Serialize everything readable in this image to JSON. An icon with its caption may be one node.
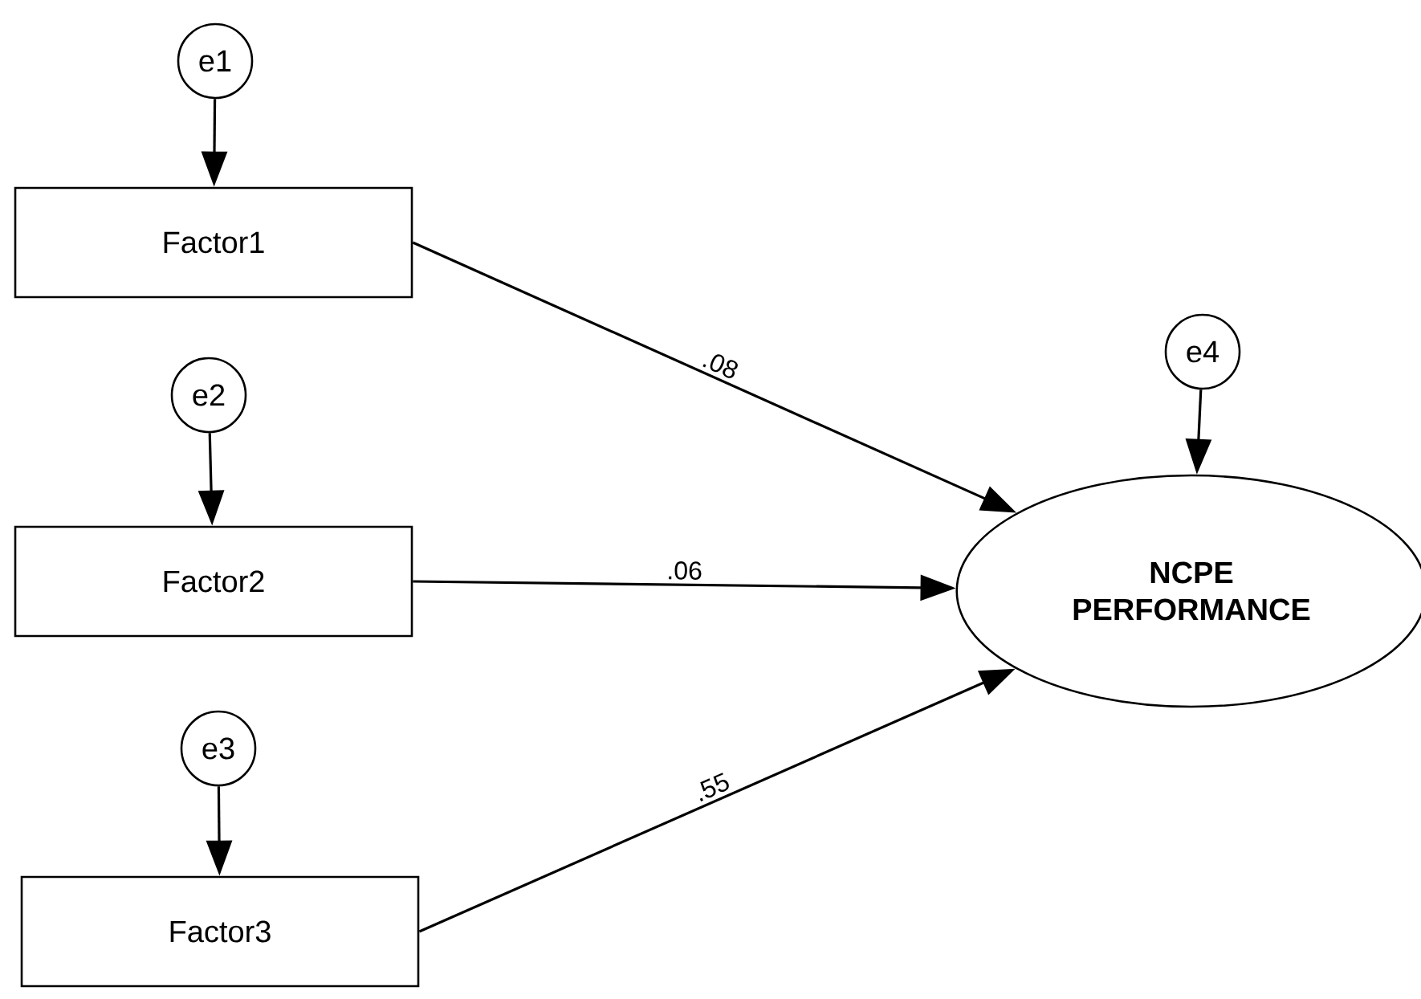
{
  "diagram": {
    "nodes": [
      {
        "text": [
          "e1"
        ]
      },
      {
        "text": [
          "Factor1"
        ]
      },
      {
        "text": [
          "e2"
        ]
      },
      {
        "text": [
          "Factor2"
        ]
      },
      {
        "text": [
          "e3"
        ]
      },
      {
        "text": [
          "Factor3"
        ]
      },
      {
        "text": [
          "e4"
        ]
      },
      {
        "text": [
          "NCPE PERFORMANCE"
        ]
      }
    ],
    "edges": [
      {
        "from": 0,
        "to": 1,
        "arrow": "to"
      },
      {
        "from": 2,
        "to": 3,
        "arrow": "to"
      },
      {
        "from": 4,
        "to": 5,
        "arrow": "to"
      },
      {
        "from": 6,
        "to": 7,
        "arrow": "to"
      },
      {
        "from": 1,
        "to": 7,
        "arrow": "to",
        "label": ".08"
      },
      {
        "from": 3,
        "to": 7,
        "arrow": "to",
        "label": ".06"
      },
      {
        "from": 5,
        "to": 7,
        "arrow": "to",
        "label": ".55"
      }
    ]
  }
}
